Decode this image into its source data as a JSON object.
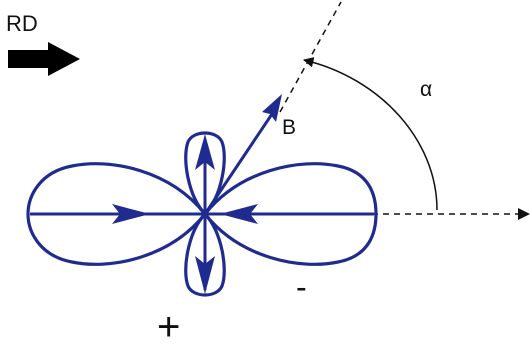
{
  "labels": {
    "rd": "RD",
    "b": "B",
    "alpha": "α",
    "plus": "+",
    "minus": "-"
  },
  "colors": {
    "diagram_blue": "#1f2b8f",
    "ink": "#111111",
    "background": "#ffffff"
  },
  "icons": {
    "rd_arrow": "thick-right-arrow-icon",
    "angle_arc": "angle-arc-arrow-icon"
  }
}
